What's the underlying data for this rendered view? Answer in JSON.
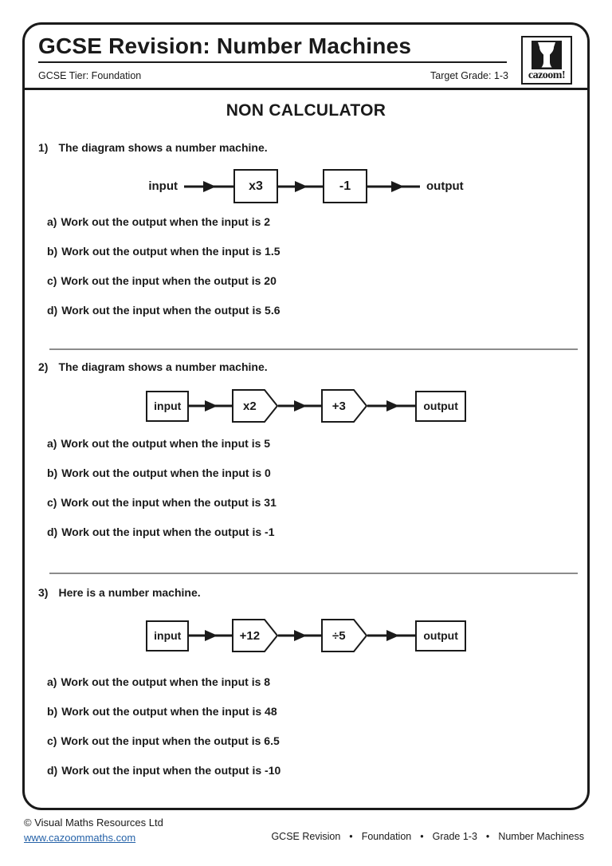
{
  "header": {
    "title": "GCSE Revision: Number Machines",
    "tier": "GCSE Tier: Foundation",
    "target_grade": "Target Grade: 1-3",
    "logo": {
      "wordmark": "cazoom!"
    }
  },
  "section_heading": "NON CALCULATOR",
  "questions": [
    {
      "number": "1)",
      "prompt": "The diagram shows a number machine.",
      "machine": {
        "shape": "squares",
        "input_label": "input",
        "output_label": "output",
        "ops": [
          "x3",
          "-1"
        ]
      },
      "parts": [
        {
          "label": "a)",
          "text": "Work out the output when the input is 2"
        },
        {
          "label": "b)",
          "text": "Work out the output when the input is 1.5"
        },
        {
          "label": "c)",
          "text": "Work out the input when the output is 20"
        },
        {
          "label": "d)",
          "text": "Work out the input when the output is 5.6"
        }
      ]
    },
    {
      "number": "2)",
      "prompt": "The diagram shows a number machine.",
      "machine": {
        "shape": "pentagons",
        "input_label": "input",
        "output_label": "output",
        "ops": [
          "x2",
          "+3"
        ]
      },
      "parts": [
        {
          "label": "a)",
          "text": "Work out the output when the input is 5"
        },
        {
          "label": "b)",
          "text": "Work out the output when the input is 0"
        },
        {
          "label": "c)",
          "text": "Work out the input when the output is 31"
        },
        {
          "label": "d)",
          "text": "Work out the input when the output is -1"
        }
      ]
    },
    {
      "number": "3)",
      "prompt": "Here is a number machine.",
      "machine": {
        "shape": "pentagons",
        "input_label": "input",
        "output_label": "output",
        "ops": [
          "+12",
          "÷5"
        ]
      },
      "parts": [
        {
          "label": "a)",
          "text": "Work out the output when the input is 8"
        },
        {
          "label": "b)",
          "text": "Work out the output when the input is 48"
        },
        {
          "label": "c)",
          "text": "Work out the input when the output is 6.5"
        },
        {
          "label": "d)",
          "text": "Work out the input when the output is -10"
        }
      ]
    }
  ],
  "footer": {
    "copyright": "© Visual Maths Resources Ltd",
    "website": "www.cazoommaths.com",
    "bullet": "•",
    "tags": [
      "GCSE Revision",
      "Foundation",
      "Grade 1-3",
      "Number Machiness"
    ]
  },
  "colors": {
    "ink": "#1a1a1a",
    "divider_gray": "#8c8c8c",
    "link_blue": "#2562a8"
  }
}
